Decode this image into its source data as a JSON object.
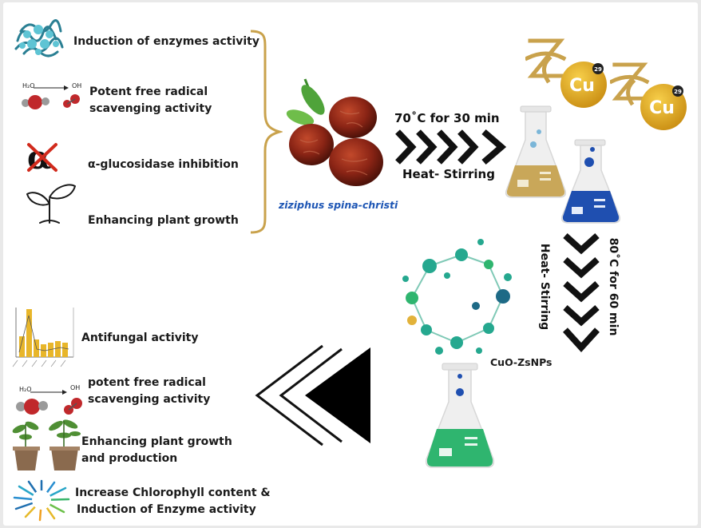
{
  "top_benefits": [
    "Induction of enzymes activity",
    "Potent free radical scavenging activity",
    "α-glucosidase inhibition",
    "Enhancing plant growth"
  ],
  "h2o_label": "H₂O",
  "oh_label": "OH",
  "plant_name": "ziziphus spina-christi",
  "step1": {
    "temp": "70˚C for 30 min",
    "method": "Heat- Stirring"
  },
  "step2": {
    "temp": "80˚C for 60 min",
    "method": "Heat- Stirring"
  },
  "copper_symbol": "Cu",
  "copper_number": "29",
  "nanoparticle_label": "CuO-ZsNPs",
  "bottom_benefits": {
    "antifungal": "Antifungal activity",
    "radical_line1": "potent free radical",
    "radical_line2": "scavenging activity",
    "growth_line1": "Enhancing plant growth",
    "growth_line2": " and production",
    "chlorophyll_line1": "Increase Chlorophyll content &",
    "chlorophyll_line2": "Induction of Enzyme activity"
  },
  "colors": {
    "gold": "#d6a928",
    "tan_flask": "#c9a759",
    "blue_flask": "#1f4fb0",
    "green_flask": "#2fb56f",
    "teal_np": "#25a88f",
    "jujube": "#8a2415",
    "molecule_red": "#c0282b"
  }
}
